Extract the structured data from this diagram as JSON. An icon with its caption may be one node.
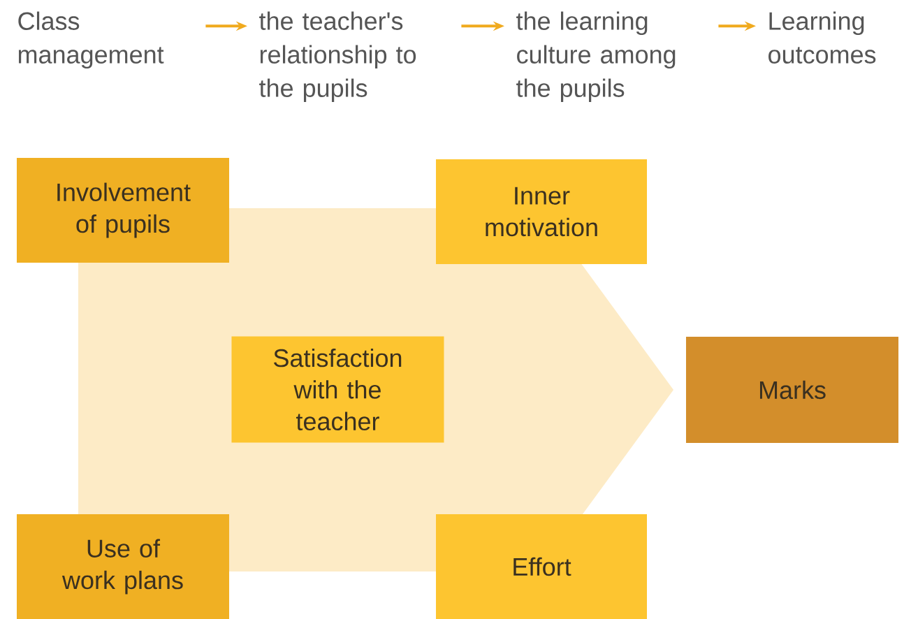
{
  "diagram": {
    "nodes": [
      {
        "text": [
          "Class management"
        ]
      },
      {
        "text": [
          "the teacher's relationship to the pupils"
        ]
      },
      {
        "text": [
          "the learning culture among the pupils"
        ]
      },
      {
        "text": [
          "Learning outcomes"
        ]
      },
      {
        "text": [],
        "shape": "arrow"
      },
      {
        "text": [
          "Involvement of pupils"
        ]
      },
      {
        "text": [
          "Inner motivation"
        ]
      },
      {
        "text": [
          "Satisfaction with the teacher"
        ],
        "in": 4
      },
      {
        "text": [
          "Marks"
        ]
      },
      {
        "text": [
          "Use of work plans"
        ]
      },
      {
        "text": [
          "Effort"
        ]
      }
    ],
    "edges": [
      {
        "from": 0,
        "to": 1,
        "arrow": "to"
      },
      {
        "from": 1,
        "to": 2,
        "arrow": "to"
      },
      {
        "from": 2,
        "to": 3,
        "arrow": "to"
      }
    ]
  }
}
